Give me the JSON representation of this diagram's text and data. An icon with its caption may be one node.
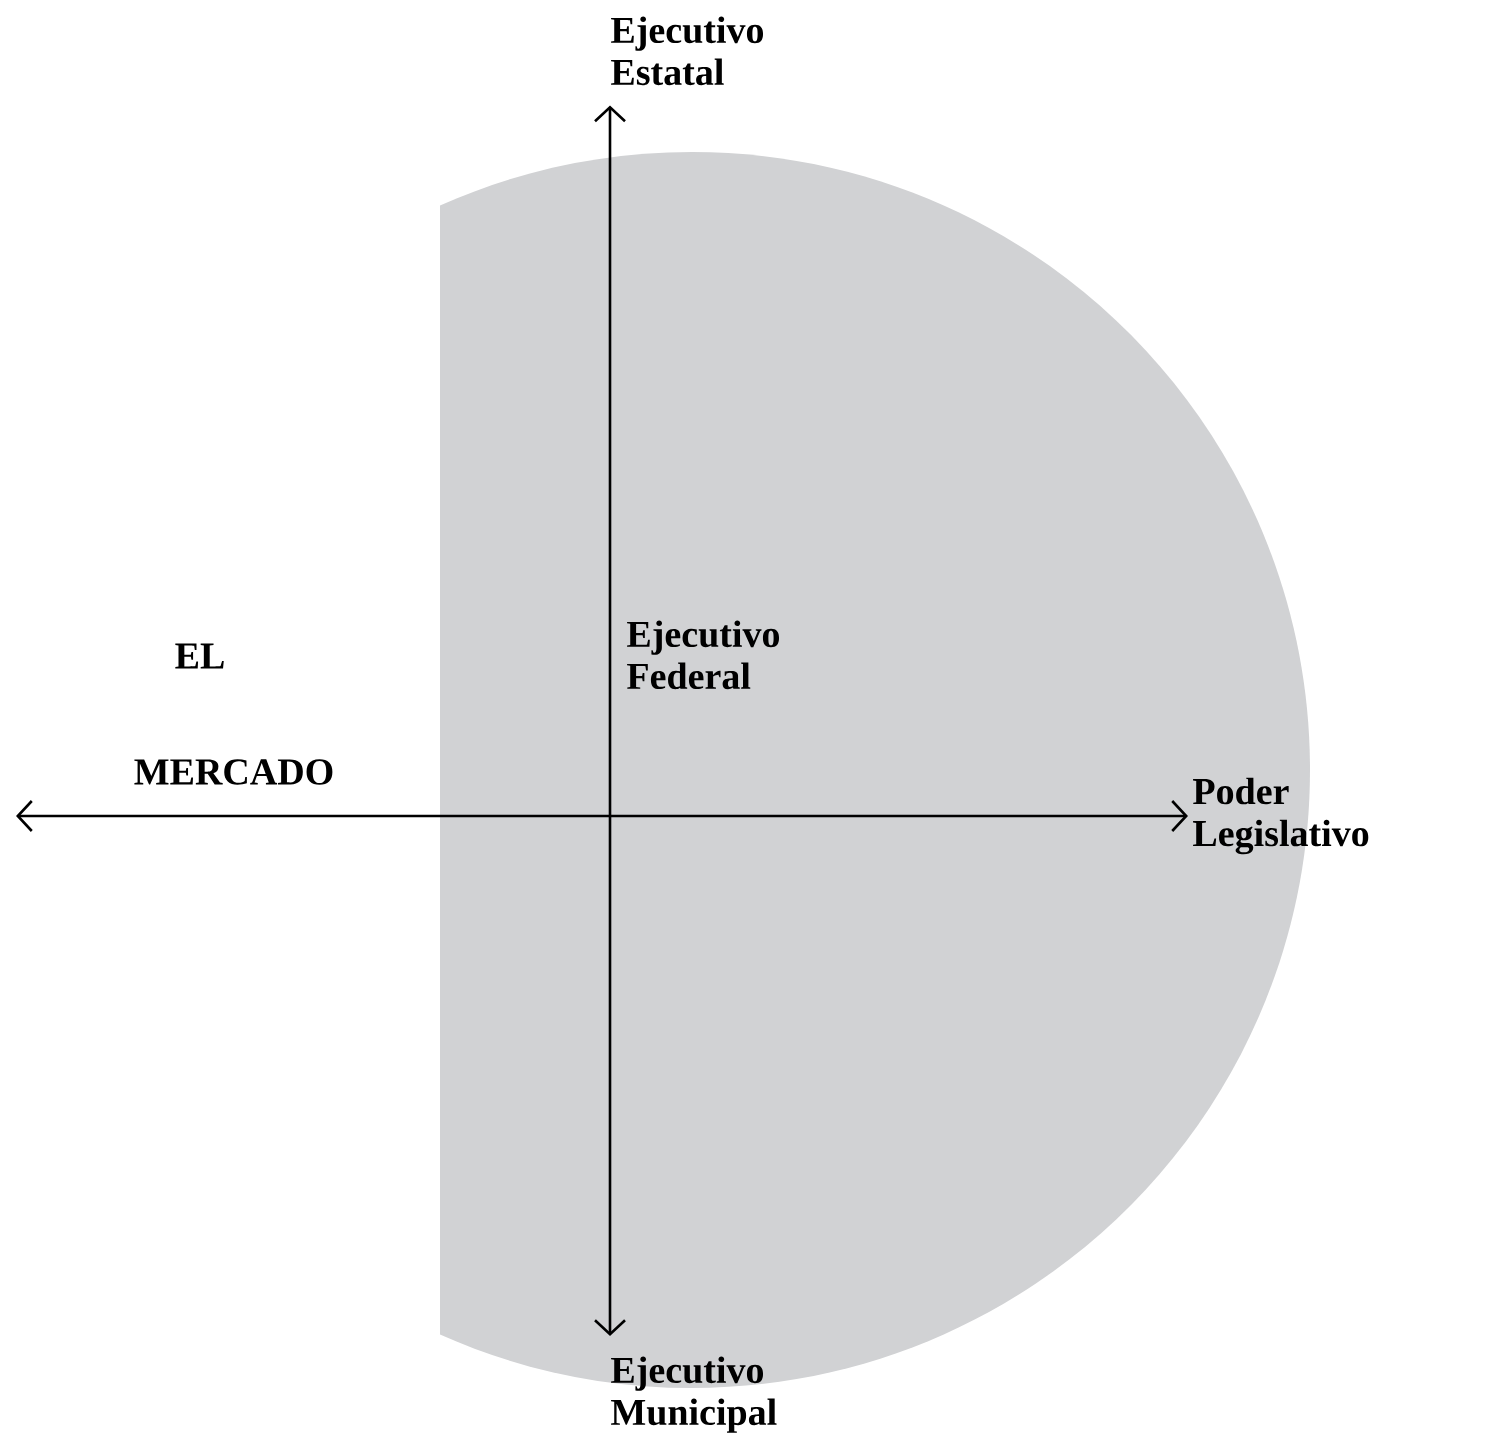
{
  "diagram": {
    "nodes": [
      {
        "text": [
          "Ejecutivo Estatal"
        ]
      },
      {
        "text": [
          "Ejecutivo Municipal"
        ]
      },
      {
        "text": [
          "Poder Legislativo"
        ]
      }
    ],
    "edges": [
      {
        "from": 0,
        "to": 1,
        "arrow": "both"
      },
      {
        "from": null,
        "to": 2,
        "arrow": "both"
      }
    ],
    "labels": [
      "Ejecutivo Federal",
      "EL",
      "MERCADO"
    ]
  }
}
